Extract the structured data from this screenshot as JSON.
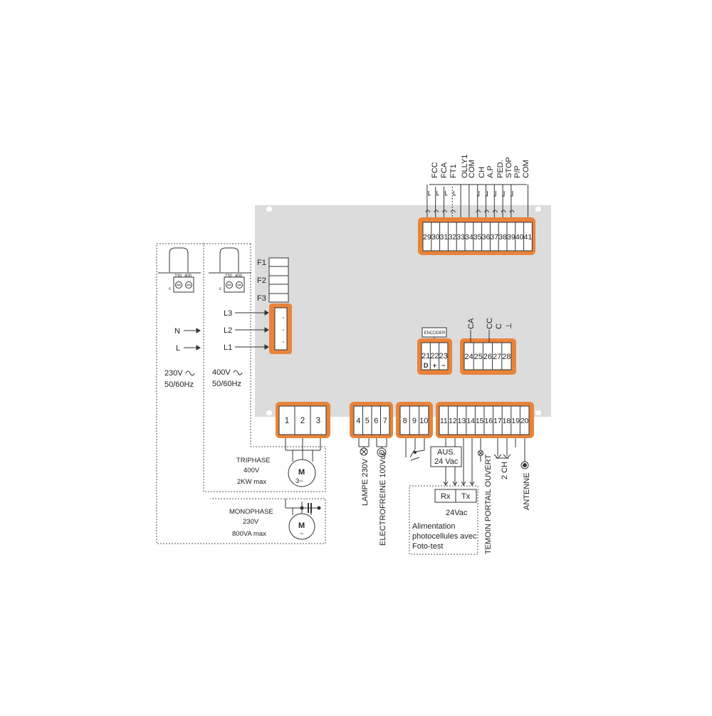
{
  "fuses": [
    "F1",
    "F2",
    "F3"
  ],
  "phases": [
    "L3",
    "L2",
    "L1"
  ],
  "single_phase_inputs": [
    "N",
    "L"
  ],
  "transformer_tap_labels": [
    "230",
    "400"
  ],
  "supply_230": {
    "voltage": "230V",
    "freq": "50/60Hz"
  },
  "supply_400": {
    "voltage": "400V",
    "freq": "50/60Hz"
  },
  "triphase": {
    "title": "TRIPHASE",
    "voltage": "400V",
    "power": "2KW max",
    "motor_letter": "M",
    "motor_sub": "3~"
  },
  "monophase": {
    "title": "MONOPHASE",
    "voltage": "230V",
    "power": "800VA max",
    "motor_letter": "M",
    "motor_sub": "~"
  },
  "top_terminals": [
    "29",
    "30",
    "31",
    "32",
    "33",
    "34",
    "35",
    "36",
    "37",
    "38",
    "39",
    "40",
    "41"
  ],
  "top_labels": [
    "FCC",
    "FCA",
    "FT1",
    "OLLY1",
    "COM",
    "CH",
    "A.P",
    "PED.",
    "STOP",
    "P/P",
    "COM"
  ],
  "encoder": {
    "title": "ENCODER",
    "terminals": [
      "21",
      "22",
      "23"
    ],
    "signs": [
      "D",
      "+",
      "−"
    ]
  },
  "block_24_28": {
    "terminals": [
      "24",
      "25",
      "26",
      "27",
      "28"
    ],
    "labels": [
      "CA",
      "CC",
      "C",
      "⊥"
    ]
  },
  "block_1_3": [
    "1",
    "2",
    "3"
  ],
  "block_4_7": [
    "4",
    "5",
    "6",
    "7"
  ],
  "block_8_10": [
    "8",
    "9",
    "10"
  ],
  "block_11_20": [
    "11",
    "12",
    "13",
    "14",
    "15",
    "16",
    "17",
    "18",
    "19",
    "20"
  ],
  "bottom_labels": {
    "lampe": "LAMPE 230V",
    "electrofreine": "ELECTROFREINE 100Vcc",
    "temoin": "TEMOIN PORTAIL OUVERT",
    "two_ch": "2 CH",
    "antenne": "ANTENNE"
  },
  "aus": {
    "line1": "AUS.",
    "line2": "24 Vac"
  },
  "photocells": {
    "rx": "Rx",
    "tx": "Tx",
    "voltage": "24Vac",
    "lines": [
      "Alimentation",
      "photocellules avec",
      "Foto-test"
    ]
  },
  "colors": {
    "board": "#dcdcdc",
    "orange": "#e8843a",
    "line": "#333333"
  }
}
